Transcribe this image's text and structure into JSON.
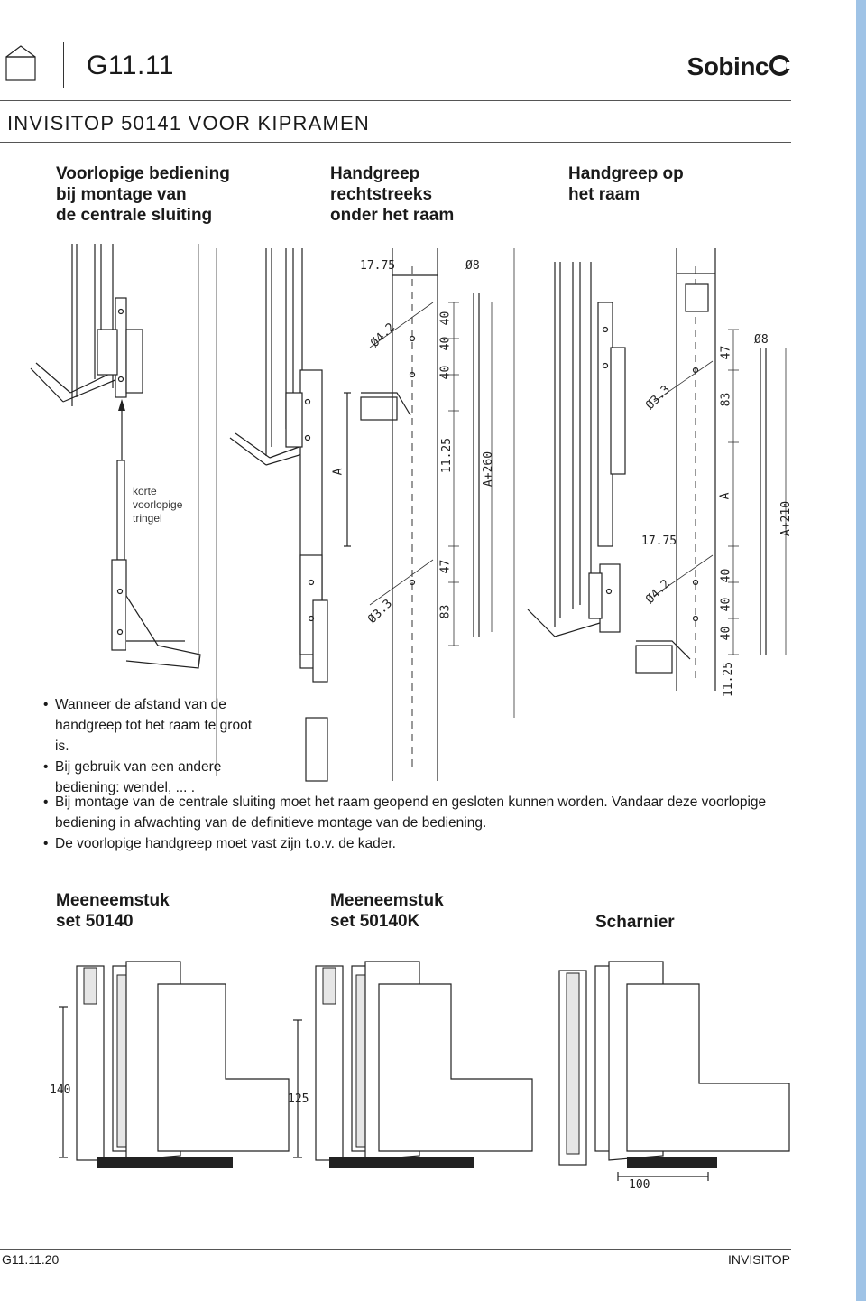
{
  "header": {
    "code": "G11.11",
    "brand": "Sobinc",
    "brand_suffix_icon": "logo-o-swoosh"
  },
  "section_title": "INVISITOP 50141 VOOR KIPRAMEN",
  "columns": [
    {
      "heading": "Voorlopige bediening\nbij montage van\nde centrale sluiting"
    },
    {
      "heading": "Handgreep\nrechtstreeks\nonder het raam"
    },
    {
      "heading": "Handgreep op\nhet raam"
    }
  ],
  "drawing_labels": {
    "rod_label": "korte\nvoorlopige\ntringel",
    "dim_17_75_a": "17.75",
    "dim_d8_a": "Ø8",
    "dim_d4_2_a": "Ø4.2",
    "dim_40_a": "40",
    "dim_40_b": "40",
    "dim_40_c": "40",
    "dim_11_25_a": "11.25",
    "dim_A_a": "A",
    "dim_A260": "A+260",
    "dim_47_a": "47",
    "dim_83_a": "83",
    "dim_d3_3_a": "Ø3.3",
    "dim_d3_3_b": "Ø3.3",
    "dim_d8_b": "Ø8",
    "dim_47_b": "47",
    "dim_83_b": "83",
    "dim_A_b": "A",
    "dim_A210": "A+210",
    "dim_17_75_b": "17.75",
    "dim_d4_2_b": "Ø4.2",
    "dim_40_d": "40",
    "dim_40_e": "40",
    "dim_40_f": "40",
    "dim_11_25_b": "11.25"
  },
  "notes_left": [
    "Wanneer de afstand van de handgreep tot het raam te groot is.",
    "Bij gebruik van een andere bediening: wendel, ... ."
  ],
  "notes_full": [
    "Bij montage van de centrale sluiting moet het raam geopend en gesloten kunnen worden. Vandaar deze voorlopige bediening in afwachting van de definitieve montage van de bediening.",
    "De voorlopige handgreep moet vast zijn t.o.v. de kader."
  ],
  "bottom_sections": [
    {
      "heading": "Meeneemstuk\nset 50140",
      "dim": "140"
    },
    {
      "heading": "Meeneemstuk\nset 50140K",
      "dim": "125"
    },
    {
      "heading": "Scharnier",
      "dim": "100"
    }
  ],
  "footer": {
    "left": "G11.11.20",
    "right": "INVISITOP"
  }
}
